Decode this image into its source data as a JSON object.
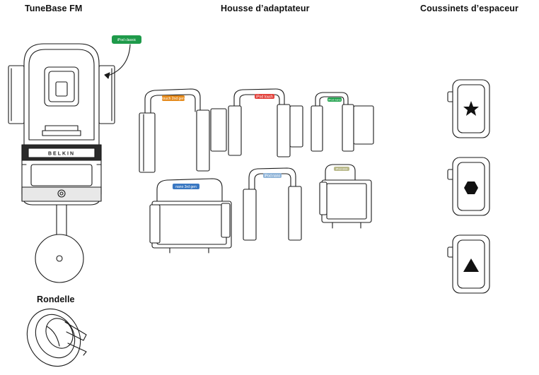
{
  "headings": {
    "tunebase": "TuneBase FM",
    "housse": "Housse d’adaptateur",
    "coussinets": "Coussinets d’espaceur",
    "rondelle": "Rondelle"
  },
  "device": {
    "brand": "BELKIN",
    "callout_tag": "iPod classic",
    "callout_color": "#1e9a4a"
  },
  "adapters": [
    {
      "label": "touch 2nd gen",
      "color": "#e58b1e"
    },
    {
      "label": "iPod touch",
      "color": "#e2413b"
    },
    {
      "label": "iPod nano",
      "color": "#23a34f"
    },
    {
      "label": "nano 3rd gen",
      "color": "#3a78c2"
    },
    {
      "label": "iPod nano",
      "color": "#8fb4d8"
    },
    {
      "label": "iPod mini",
      "color": "#b9b98a"
    }
  ],
  "spacers": [
    {
      "shape": "star-icon"
    },
    {
      "shape": "hexagon-icon"
    },
    {
      "shape": "triangle-icon"
    }
  ]
}
